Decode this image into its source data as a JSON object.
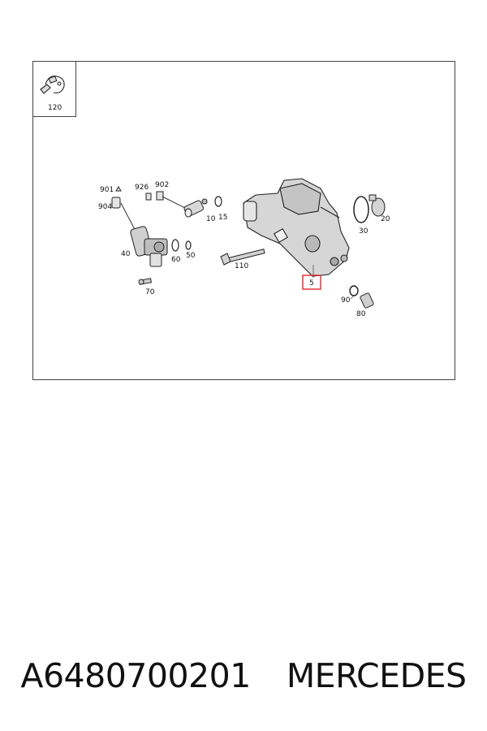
{
  "diagram": {
    "inset_label": "120",
    "callouts": {
      "c901": "901",
      "c926": "926",
      "c902": "902",
      "c904": "904",
      "c10": "10",
      "c15": "15",
      "c40": "40",
      "c60": "60",
      "c50": "50",
      "c70": "70",
      "c110": "110",
      "c5": "5",
      "c30": "30",
      "c20": "20",
      "c90": "90",
      "c80": "80"
    },
    "highlight_color": "#e0262b"
  },
  "caption": {
    "part_number": "A6480700201",
    "brand": "MERCEDES"
  }
}
